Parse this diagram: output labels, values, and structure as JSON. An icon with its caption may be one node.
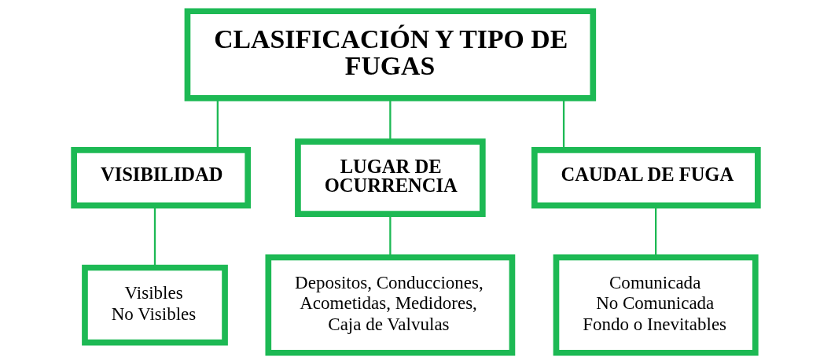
{
  "diagram": {
    "nodes": [
      {
        "text": [
          "CLASIFICACIÓN Y TIPO DE FUGAS"
        ]
      },
      {
        "text": [
          "VISIBILIDAD"
        ]
      },
      {
        "text": [
          "LUGAR DE OCURRENCIA"
        ]
      },
      {
        "text": [
          "CAUDAL DE FUGA"
        ]
      },
      {
        "text": [
          "Visibles",
          "No Visibles"
        ]
      },
      {
        "text": [
          "Depositos, Conducciones, Acometidas, Medidores, Caja de Valvulas"
        ]
      },
      {
        "text": [
          "Comunicada",
          "No Comunicada",
          "Fondo o Inevitables"
        ]
      }
    ],
    "edges": [
      {
        "from": 0,
        "to": 1,
        "arrow": "none"
      },
      {
        "from": 0,
        "to": 2,
        "arrow": "none"
      },
      {
        "from": 0,
        "to": 3,
        "arrow": "none"
      },
      {
        "from": 1,
        "to": 4,
        "arrow": "none"
      },
      {
        "from": 2,
        "to": 5,
        "arrow": "none"
      },
      {
        "from": 3,
        "to": 6,
        "arrow": "none"
      }
    ]
  }
}
